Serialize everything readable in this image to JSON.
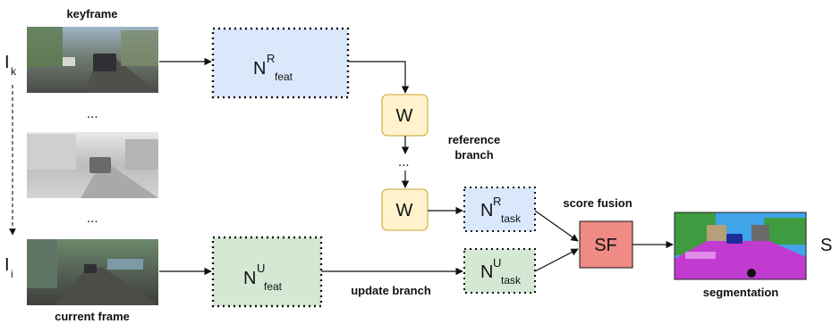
{
  "colors": {
    "feat_fill": "#dae8fc",
    "feat_update_fill": "#d5e8d4",
    "warp_fill": "#fff2cc",
    "warp_stroke": "#c9a227",
    "fusion_fill": "#f08a84",
    "arrow": "#111111",
    "segmentation_road": "#c23bd1",
    "segmentation_sky": "#3fa4e8",
    "segmentation_vegetation": "#3f9b3f",
    "segmentation_car": "#1d2c9b"
  },
  "frames": {
    "keyframe_caption": "keyframe",
    "current_caption": "current frame",
    "keyframe_symbol": "I",
    "keyframe_sub": "k",
    "current_symbol": "I",
    "current_sub": "i",
    "ellipsis_1": "...",
    "ellipsis_2": "..."
  },
  "nodes": {
    "ref_feat": {
      "base": "N",
      "sup": "R",
      "sub": "feat"
    },
    "upd_feat": {
      "base": "N",
      "sup": "U",
      "sub": "feat"
    },
    "warp_top": "W",
    "warp_ellipsis": "...",
    "warp_bottom": "W",
    "ref_task": {
      "base": "N",
      "sup": "R",
      "sub": "task"
    },
    "upd_task": {
      "base": "N",
      "sup": "U",
      "sub": "task"
    },
    "fusion": "SF",
    "output": "S"
  },
  "labels": {
    "reference_branch_line1": "reference",
    "reference_branch_line2": "branch",
    "update_branch": "update branch",
    "score_fusion": "score fusion",
    "segmentation": "segmentation"
  }
}
